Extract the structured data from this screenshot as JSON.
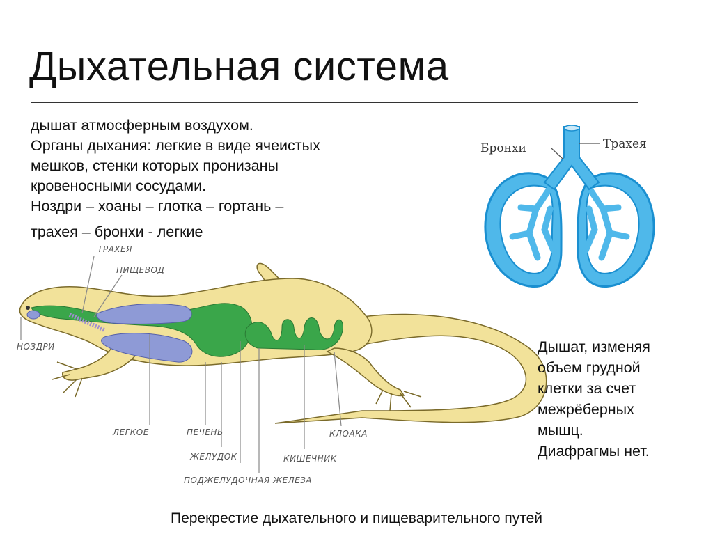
{
  "title": "Дыхательная система",
  "intro": {
    "line1": "дышат атмосферным воздухом.",
    "line2": "Органы дыхания: легкие в виде ячеистых",
    "line3": "мешков, стенки которых пронизаны",
    "line4": "кровеносными сосудами.",
    "line5": "Ноздри – хоаны – глотка – гортань –",
    "line6": "трахея – бронхи - легкие"
  },
  "lungs_diagram": {
    "bronchi_label": "Бронхи",
    "trachea_label": "Трахея",
    "lung_color": "#4fb8ea"
  },
  "lizard_diagram": {
    "labels": {
      "trachea": "ТРАХЕЯ",
      "esophagus": "ПИЩЕВОД",
      "nostrils": "НОЗДРИ",
      "lung": "ЛЕГКОЕ",
      "liver": "ПЕЧЕНЬ",
      "stomach": "ЖЕЛУДОК",
      "intestine": "КИШЕЧНИК",
      "pancreas": "ПОДЖЕЛУДОЧНАЯ ЖЕЛЕЗА",
      "cloaca": "КЛОАКА"
    },
    "body_color": "#f2e29a",
    "organ_green": "#3aa64a",
    "organ_blue": "#8e9ad6"
  },
  "side_text": {
    "line1": "Дышат, изменяя",
    "line2": "объем грудной",
    "line3": "клетки за счет",
    "line4": "межрёберных",
    "line5": "мышц.",
    "line6": "Диафрагмы нет."
  },
  "caption": "Перекрестие дыхательного и пищеварительного путей"
}
